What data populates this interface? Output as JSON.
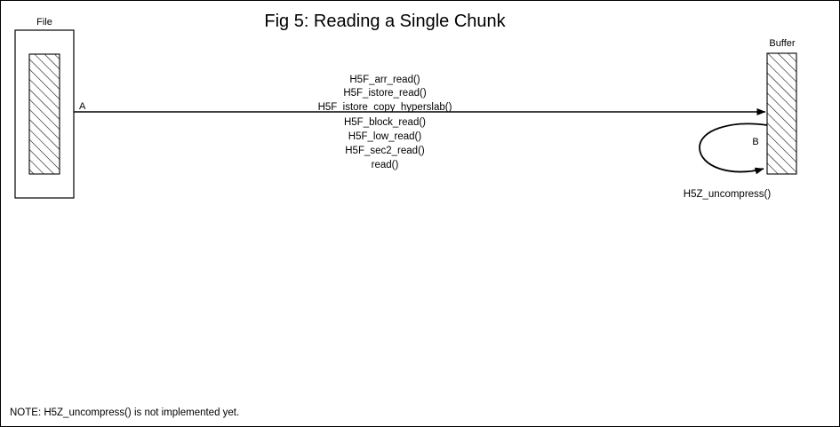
{
  "figure": {
    "title": "Fig 5:  Reading a Single Chunk",
    "note": "NOTE: H5Z_uncompress() is not implemented yet.",
    "background_color": "#ffffff",
    "line_color": "#000000",
    "frame_border_color": "#000000"
  },
  "nodes": {
    "file": {
      "label": "File",
      "fill": "hatched-diagonal"
    },
    "buffer": {
      "label": "Buffer",
      "fill": "hatched-diagonal"
    }
  },
  "edges": {
    "read_arrow": {
      "point_label": "A",
      "direction": "file-to-buffer",
      "call_stack": [
        "H5F_arr_read()",
        "H5F_istore_read()",
        "H5F_istore_copy_hyperslab()",
        "H5F_block_read()",
        "H5F_low_read()",
        "H5F_sec2_read()",
        "read()"
      ]
    },
    "uncompress_loop": {
      "point_label": "B",
      "caption": "H5Z_uncompress()",
      "direction": "buffer-to-buffer"
    }
  }
}
